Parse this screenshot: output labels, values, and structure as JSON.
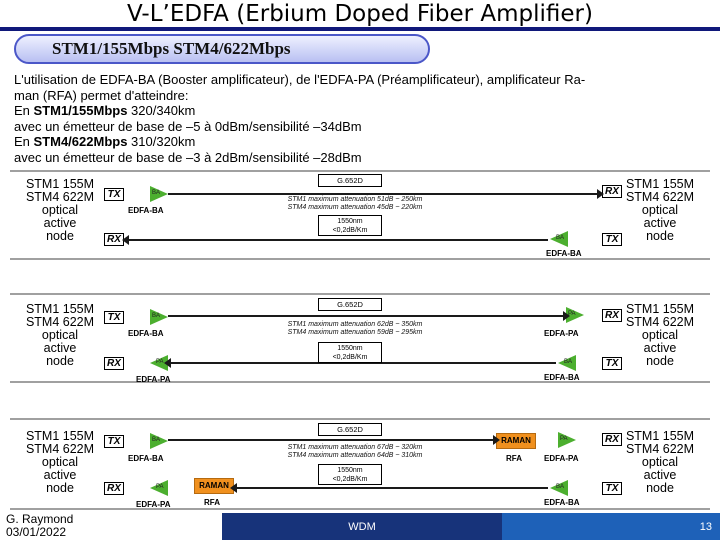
{
  "title": "V-L’EDFA (Erbium Doped Fiber Amplifier)",
  "banner": "STM1/155Mbps STM4/622Mbps",
  "intro": {
    "line1": "L'utilisation de EDFA-BA (Booster amplificateur), de l'EDFA-PA (Préamplificateur), amplificateur Ra-",
    "line2": "man (RFA) permet d'atteindre:",
    "line3_prefix": "En ",
    "line3_rate": "STM1/155Mbps",
    "line3_value": " 320/340km",
    "line4": "avec un émetteur de base de –5 à 0dBm/sensibilité –34dBm",
    "line5_prefix": "En ",
    "line5_rate": "STM4/622Mbps",
    "line5_value": " 310/320km",
    "line6": "avec un émetteur de base de –3 à 2dBm/sensibilité –28dBm"
  },
  "node": {
    "l1": "STM1 155M",
    "l2": "STM4 622M",
    "l3": "optical",
    "l4": "active",
    "l5": "node"
  },
  "labels": {
    "tx": "TX",
    "rx": "RX",
    "ba": "BA",
    "pa": "PA",
    "edfa_ba": "EDFA-BA",
    "edfa_pa": "EDFA-PA",
    "raman": "RAMAN",
    "rfa": "RFA",
    "fiber": "G.652D",
    "spec1": "1550nm",
    "spec2": "<0,2dB/Km"
  },
  "panels": [
    {
      "att1": "STM1 maximum attenuation 51dB ~ 250km",
      "att2": "STM4 maximum attenuation 45dB ~ 220km"
    },
    {
      "att1": "STM1 maximum attenuation 62dB ~ 350km",
      "att2": "STM4 maximum attenuation 59dB ~ 295km"
    },
    {
      "att1": "STM1 maximum attenuation 67dB ~ 320km",
      "att2": "STM4 maximum attenuation 64dB ~ 310km"
    }
  ],
  "footer": {
    "author": "G. Raymond",
    "date": "03/01/2022",
    "center": "WDM",
    "page": "13"
  },
  "colors": {
    "title_rule": "#10187a",
    "footer_mid": "#17337a",
    "footer_right": "#1e61b8",
    "amplifier": "#4caf2f",
    "raman": "#f0901e"
  }
}
